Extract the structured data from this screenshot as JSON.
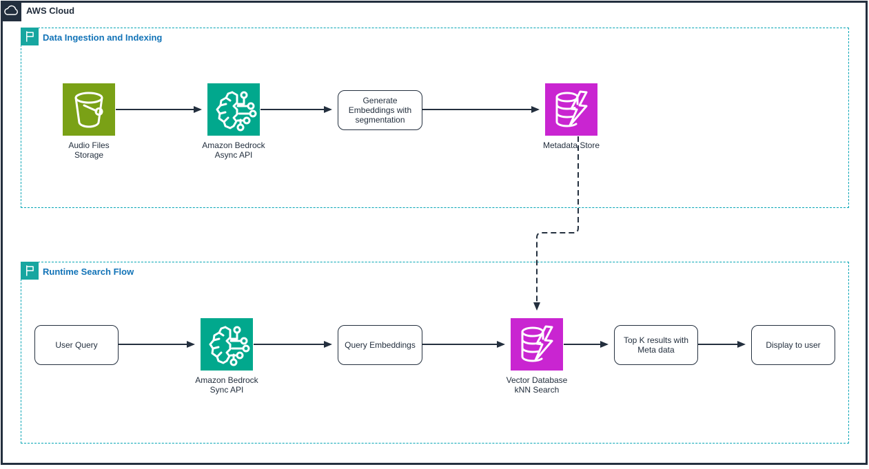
{
  "header": {
    "title": "AWS Cloud",
    "icon": "cloud-icon"
  },
  "groups": [
    {
      "label": "Data Ingestion and Indexing",
      "icon": "flag-icon"
    },
    {
      "label": "Runtime Search Flow",
      "icon": "flag-icon"
    }
  ],
  "nodes": {
    "audio_files": {
      "label": "Audio Files\nStorage",
      "icon": "s3-bucket-icon",
      "color": "#7AA116",
      "type": "aws-service-icon"
    },
    "bedrock_async": {
      "label": "Amazon Bedrock\nAsync API",
      "icon": "bedrock-brain-icon",
      "color": "#01A88D",
      "type": "aws-service-icon"
    },
    "generate_embeddings": {
      "label": "Generate\nEmbeddings with\nsegmentation",
      "type": "process-box"
    },
    "metadata_store": {
      "label": "Metadata Store",
      "icon": "database-lightning-icon",
      "color": "#C925D1",
      "type": "aws-service-icon"
    },
    "user_query": {
      "label": "User Query",
      "type": "process-box"
    },
    "bedrock_sync": {
      "label": "Amazon Bedrock\nSync API",
      "icon": "bedrock-brain-icon",
      "color": "#01A88D",
      "type": "aws-service-icon"
    },
    "query_embeddings": {
      "label": "Query Embeddings",
      "type": "process-box"
    },
    "vector_db": {
      "label": "Vector Database\nkNN Search",
      "icon": "database-lightning-icon",
      "color": "#C925D1",
      "type": "aws-service-icon"
    },
    "top_k_results": {
      "label": "Top K results with\nMeta data",
      "type": "process-box"
    },
    "display_to_user": {
      "label": "Display to user",
      "type": "process-box"
    }
  },
  "edges": [
    {
      "from": "audio_files",
      "to": "bedrock_async",
      "style": "solid-arrow"
    },
    {
      "from": "bedrock_async",
      "to": "generate_embeddings",
      "style": "solid-arrow"
    },
    {
      "from": "generate_embeddings",
      "to": "metadata_store",
      "style": "solid-arrow"
    },
    {
      "from": "metadata_store",
      "to": "vector_db",
      "style": "dashed-arrow"
    },
    {
      "from": "user_query",
      "to": "bedrock_sync",
      "style": "solid-arrow"
    },
    {
      "from": "bedrock_sync",
      "to": "query_embeddings",
      "style": "solid-arrow"
    },
    {
      "from": "query_embeddings",
      "to": "vector_db",
      "style": "solid-arrow"
    },
    {
      "from": "vector_db",
      "to": "top_k_results",
      "style": "solid-arrow"
    },
    {
      "from": "top_k_results",
      "to": "display_to_user",
      "style": "solid-arrow"
    }
  ],
  "colors": {
    "ink": "#232F3E",
    "storage_green": "#7AA116",
    "ml_teal": "#01A88D",
    "database_magenta": "#C925D1",
    "group_border": "#00A4B4",
    "group_label_blue": "#1273B7",
    "flag_teal": "#17A6A0"
  }
}
